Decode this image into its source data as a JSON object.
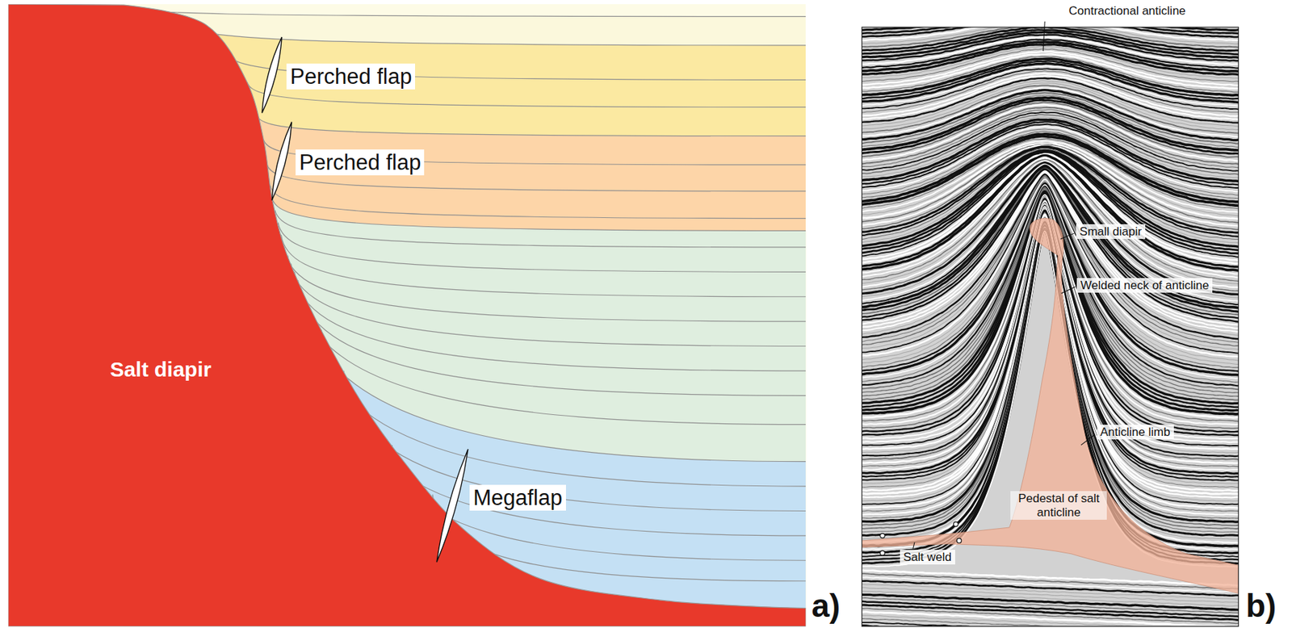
{
  "diagram": {
    "labels": [
      "Perched flap",
      "Perched flap",
      "Salt diapir",
      "Megaflap",
      "a)",
      "Contractional anticline",
      "Small diapir",
      "Welded neck of anticline",
      "Anticline limb",
      "Pedestal of salt anticline",
      "Salt weld",
      "b)"
    ]
  }
}
